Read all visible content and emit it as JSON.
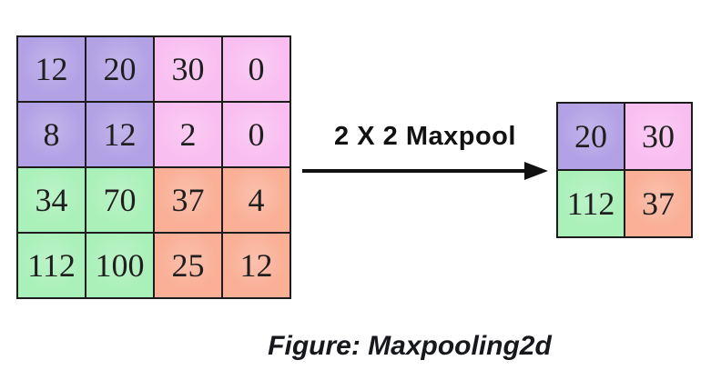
{
  "caption": "Figure: Maxpooling2d",
  "arrow": {
    "label": "2 X 2 Maxpool"
  },
  "colors": {
    "purple": "#b2a1e5",
    "pink": "#f9bef0",
    "green": "#aaf0b9",
    "salmon": "#faaf96",
    "border": "#1c1c1c",
    "background": "#ffffff",
    "text": "#1f1f1f"
  },
  "input_matrix": {
    "rows": 4,
    "cols": 4,
    "cells": [
      {
        "value": "12",
        "color": "purple"
      },
      {
        "value": "20",
        "color": "purple"
      },
      {
        "value": "30",
        "color": "pink"
      },
      {
        "value": "0",
        "color": "pink"
      },
      {
        "value": "8",
        "color": "purple"
      },
      {
        "value": "12",
        "color": "purple"
      },
      {
        "value": "2",
        "color": "pink"
      },
      {
        "value": "0",
        "color": "pink"
      },
      {
        "value": "34",
        "color": "green"
      },
      {
        "value": "70",
        "color": "green"
      },
      {
        "value": "37",
        "color": "salmon"
      },
      {
        "value": "4",
        "color": "salmon"
      },
      {
        "value": "112",
        "color": "green"
      },
      {
        "value": "100",
        "color": "green"
      },
      {
        "value": "25",
        "color": "salmon"
      },
      {
        "value": "12",
        "color": "salmon"
      }
    ]
  },
  "output_matrix": {
    "rows": 2,
    "cols": 2,
    "cells": [
      {
        "value": "20",
        "color": "purple"
      },
      {
        "value": "30",
        "color": "pink"
      },
      {
        "value": "112",
        "color": "green"
      },
      {
        "value": "37",
        "color": "salmon"
      }
    ]
  }
}
